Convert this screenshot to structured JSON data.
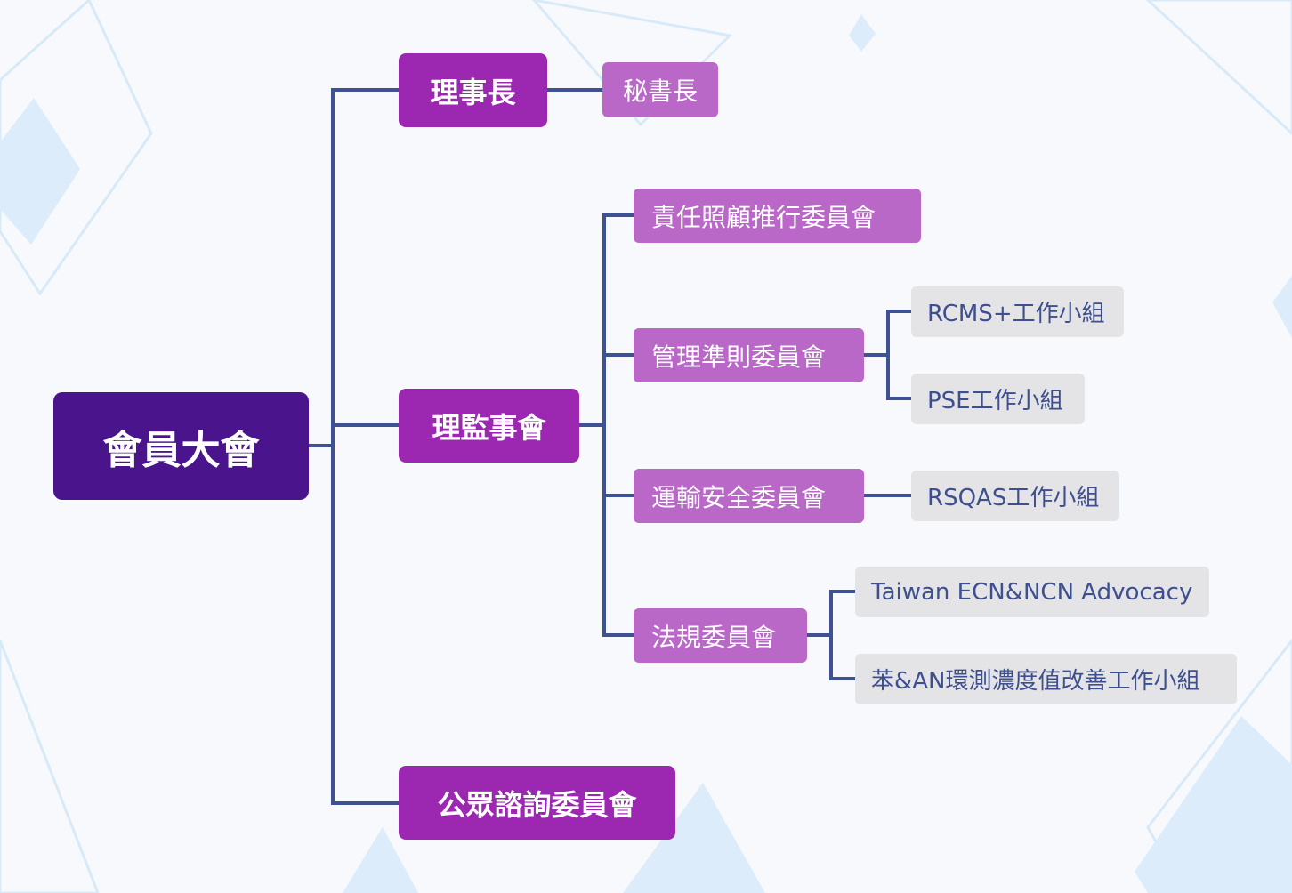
{
  "colors": {
    "root": "#4a148c",
    "level1": "#9c27b0",
    "level2": "#ba68c8",
    "level3": "#e4e4e6",
    "level3_text": "#3e4f8f",
    "connector": "#3d5193",
    "background": "#f8f9fc"
  },
  "org": {
    "root": {
      "label": "會員大會"
    },
    "chairman": {
      "label": "理事長"
    },
    "secretary_general": {
      "label": "秘書長"
    },
    "board": {
      "label": "理監事會"
    },
    "public_advisory": {
      "label": "公眾諮詢委員會"
    },
    "committees": {
      "responsible_care": {
        "label": "責任照顧推行委員會"
      },
      "management_code": {
        "label": "管理準則委員會"
      },
      "transport_safety": {
        "label": "運輸安全委員會"
      },
      "regulatory": {
        "label": "法規委員會"
      }
    },
    "working_groups": {
      "rcms": {
        "label": "RCMS+工作小組"
      },
      "pse": {
        "label": "PSE工作小組"
      },
      "rsqas": {
        "label": "RSQAS工作小組"
      },
      "taiwan_ecn": {
        "label": "Taiwan ECN&NCN Advocacy"
      },
      "benzene_an": {
        "label": "苯&AN環測濃度值改善工作小組"
      }
    }
  }
}
